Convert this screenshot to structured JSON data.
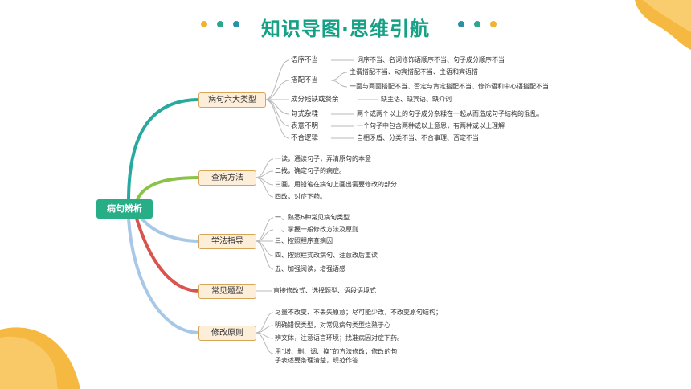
{
  "title": "知识导图·思维引航",
  "root": "病句辨析",
  "branches": [
    {
      "label": "病句六大类型"
    },
    {
      "label": "查病方法"
    },
    {
      "label": "学法指导"
    },
    {
      "label": "常见题型"
    },
    {
      "label": "修改原则"
    }
  ],
  "types": [
    {
      "name": "语序不当",
      "desc": "词序不当、名词修饰语顺序不当、句子成分顺序不当"
    },
    {
      "name": "搭配不当",
      "sub1": "主谓搭配不当、动宾搭配不当、主语和宾语搭",
      "sub2": "一面与两面搭配不当、否定与肯定搭配不当、修饰语和中心语搭配不当"
    },
    {
      "name": "成分残缺或赘余",
      "desc": "缺主语、缺宾语、缺介词"
    },
    {
      "name": "句式杂糅",
      "desc": "两个或两个以上的句子成分杂糅在一起从而造成句子结构的混乱。"
    },
    {
      "name": "表意不明",
      "desc": "一个句子中包含两种或以上意思，有两种或以上理解"
    },
    {
      "name": "不合逻辑",
      "desc": "自相矛盾、分类不当、不合事理、否定不当"
    }
  ],
  "check": [
    "一读，通读句子，弄清原句的本意",
    "二找，确定句子的病症。",
    "三画，用铅笔在病句上画出需要修改的部分",
    "四改，对症下药。"
  ],
  "study": [
    "一、熟悉6种常见病句类型",
    "二、掌握一般修改方法及原则",
    "三、按照程序查病因",
    "四、按照程式改病句、注意改后重读",
    "五、加强阅读，增强语感"
  ],
  "common": "直接修改式、选择题型、语段语境式",
  "principles": [
    "尽量不改变、不丢失原意；尽可能少改，不改变原句结构；",
    "明确错误类型，对常见病句类型烂熟于心",
    "辨文体，注意语言环境；找准病因对症下药。",
    "用“增、删、调、换”的方法修改；修改的句",
    "子表述要条理清楚，规范作答"
  ]
}
